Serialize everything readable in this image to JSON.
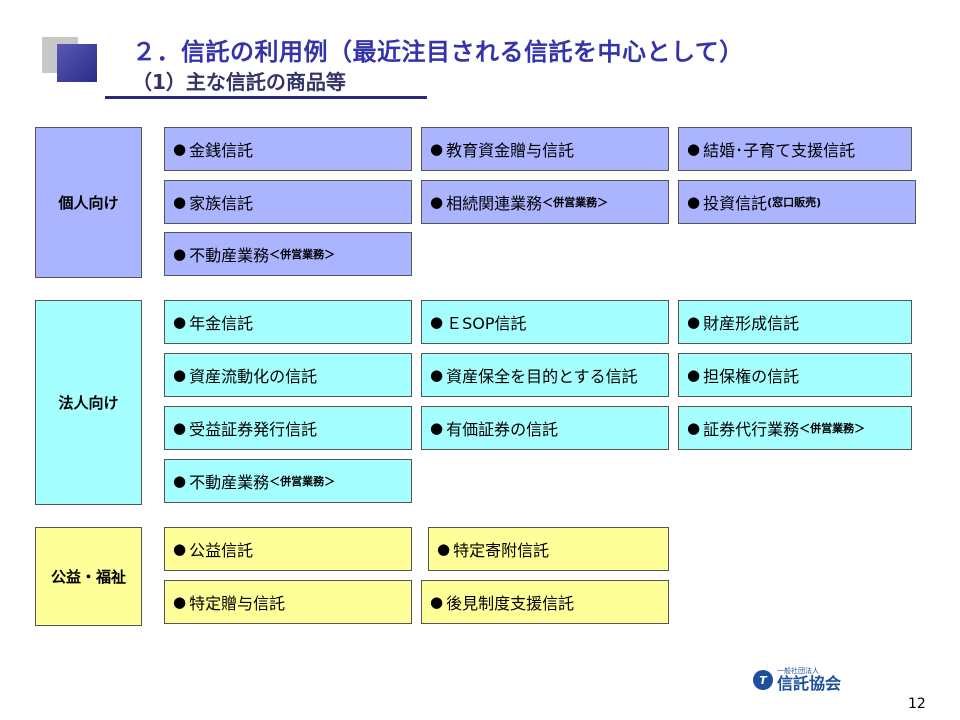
{
  "title": "２．信託の利用例（最近注目される信託を中心として）",
  "subtitle": "（1）主な信託の商品等",
  "bullet": "●",
  "categories": [
    {
      "label": "個人向け"
    },
    {
      "label": "法人向け"
    },
    {
      "label": "公益・福祉"
    }
  ],
  "kojin": {
    "r1": [
      "金銭信託",
      "教育資金贈与信託",
      "結婚･子育て支援信託"
    ],
    "r2a": "家族信託",
    "r2b": "相続関連業務 ",
    "r2b_note": "＜併営業務＞",
    "r2c": "投資信託",
    "r2c_note": "(窓口販売)",
    "r3": "不動産業務",
    "r3_note": "＜併営業務＞"
  },
  "hojin": {
    "r1": [
      "年金信託",
      "ＥSOP信託",
      "財産形成信託"
    ],
    "r2": [
      "資産流動化の信託",
      "資産保全を目的とする信託",
      "担保権の信託"
    ],
    "r3a": "受益証券発行信託",
    "r3b": "有価証券の信託",
    "r3c": "証券代行業務",
    "r3c_note": "＜併営業務＞",
    "r4": "不動産業務",
    "r4_note": "＜併営業務＞"
  },
  "koeki": {
    "r1": [
      "公益信託",
      "特定寄附信託"
    ],
    "r2": [
      "特定贈与信託",
      "後見制度支援信託"
    ]
  },
  "logo": {
    "sub": "一般社団法人",
    "main": "信託協会"
  },
  "page_number": "12",
  "colors": {
    "personal": "#aab4ff",
    "corporate": "#a6ffff",
    "public": "#ffff99",
    "title": "#3333aa"
  }
}
